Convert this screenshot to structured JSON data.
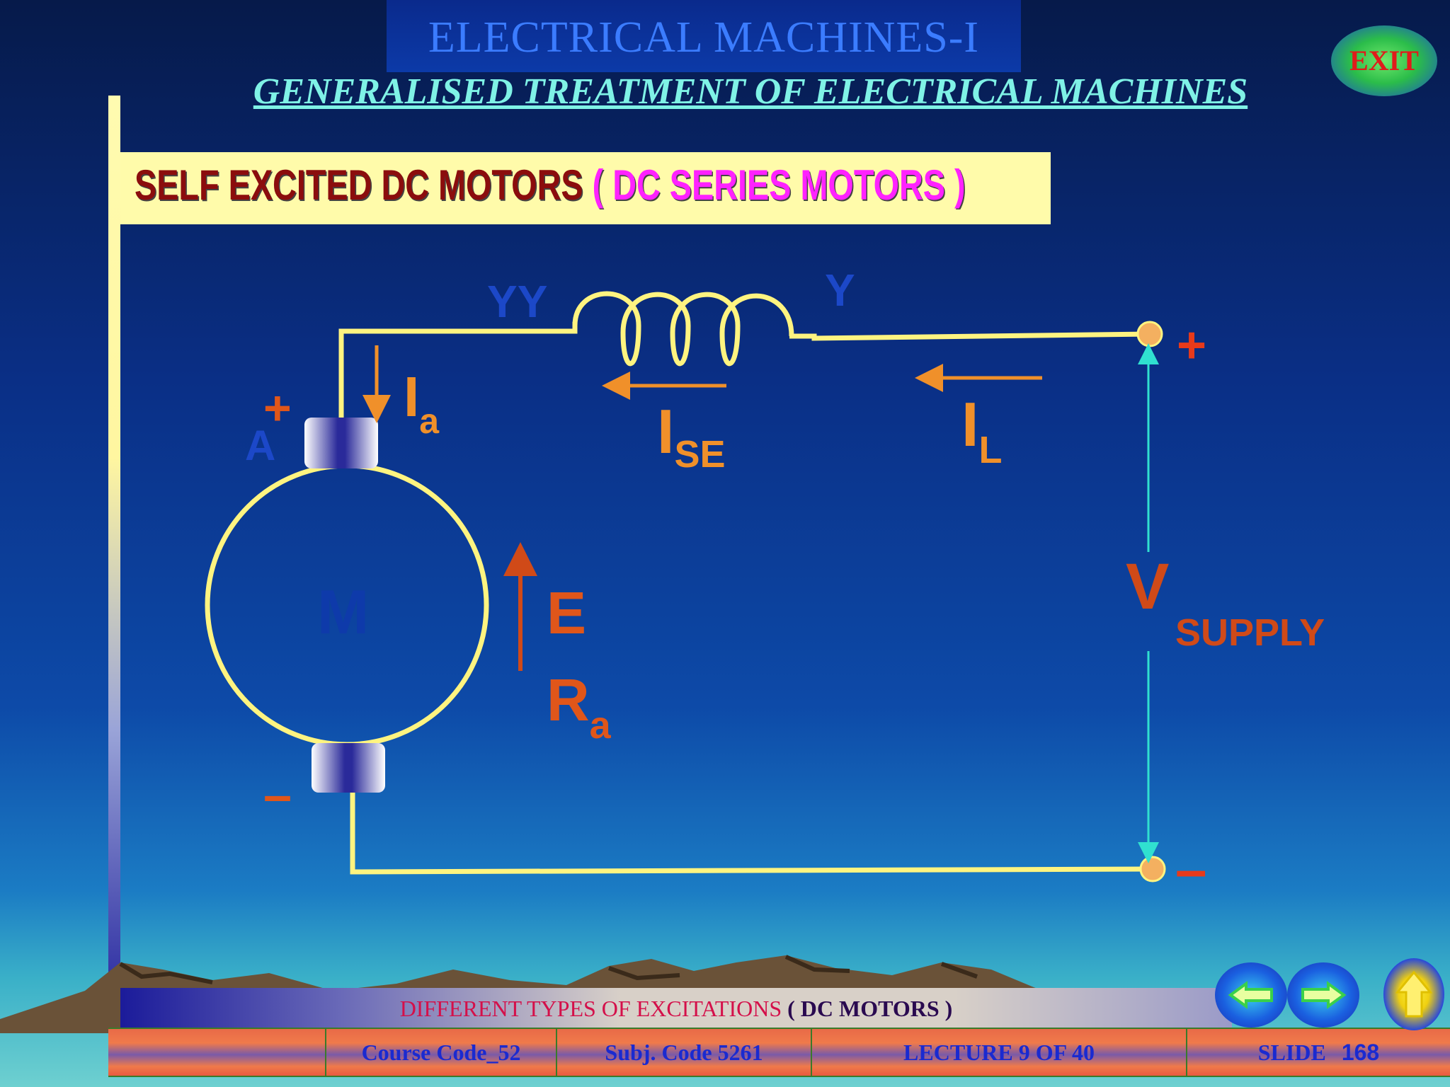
{
  "header": {
    "course_title": "ELECTRICAL  MACHINES-I",
    "subtitle": "GENERALISED TREATMENT OF ELECTRICAL MACHINES",
    "exit_label": "EXIT"
  },
  "section": {
    "heading_main": "SELF EXCITED DC MOTORS",
    "heading_paren_open": " ( ",
    "heading_sub": "DC  SERIES MOTORS",
    "heading_paren_close": " )"
  },
  "diagram": {
    "terminal_yy": "YY",
    "terminal_y": "Y",
    "terminal_a": "A",
    "motor_label": "M",
    "armature_plus": "+",
    "armature_minus": "–",
    "ia_main": "I",
    "ia_sub": "a",
    "ise_main": "I",
    "ise_sub": "SE",
    "il_main": "I",
    "il_sub": "L",
    "emf_label": "E",
    "ra_main": "R",
    "ra_sub": "a",
    "v_main": "V",
    "v_sub": "SUPPLY",
    "supply_plus": "+",
    "supply_minus": "–"
  },
  "footer": {
    "topic": "DIFFERENT TYPES OF EXCITATIONS",
    "topic_paren_open": " ( ",
    "topic_dc": "DC MOTORS",
    "topic_paren_close": " )",
    "course_code": "Course Code_52",
    "subj_code": "Subj. Code  5261",
    "lecture": "LECTURE  9 OF 40",
    "slide_label": "SLIDE",
    "slide_number": "168"
  },
  "nav": {
    "back_icon": "left-arrow-icon",
    "forward_icon": "right-arrow-icon",
    "home_icon": "up-arrow-icon"
  },
  "colors": {
    "wire": "#fff480",
    "current_arrow": "#f0902a",
    "label": "#e0561a",
    "supply_arrow": "#30e0d0",
    "terminal_dot": "#f4b060"
  }
}
